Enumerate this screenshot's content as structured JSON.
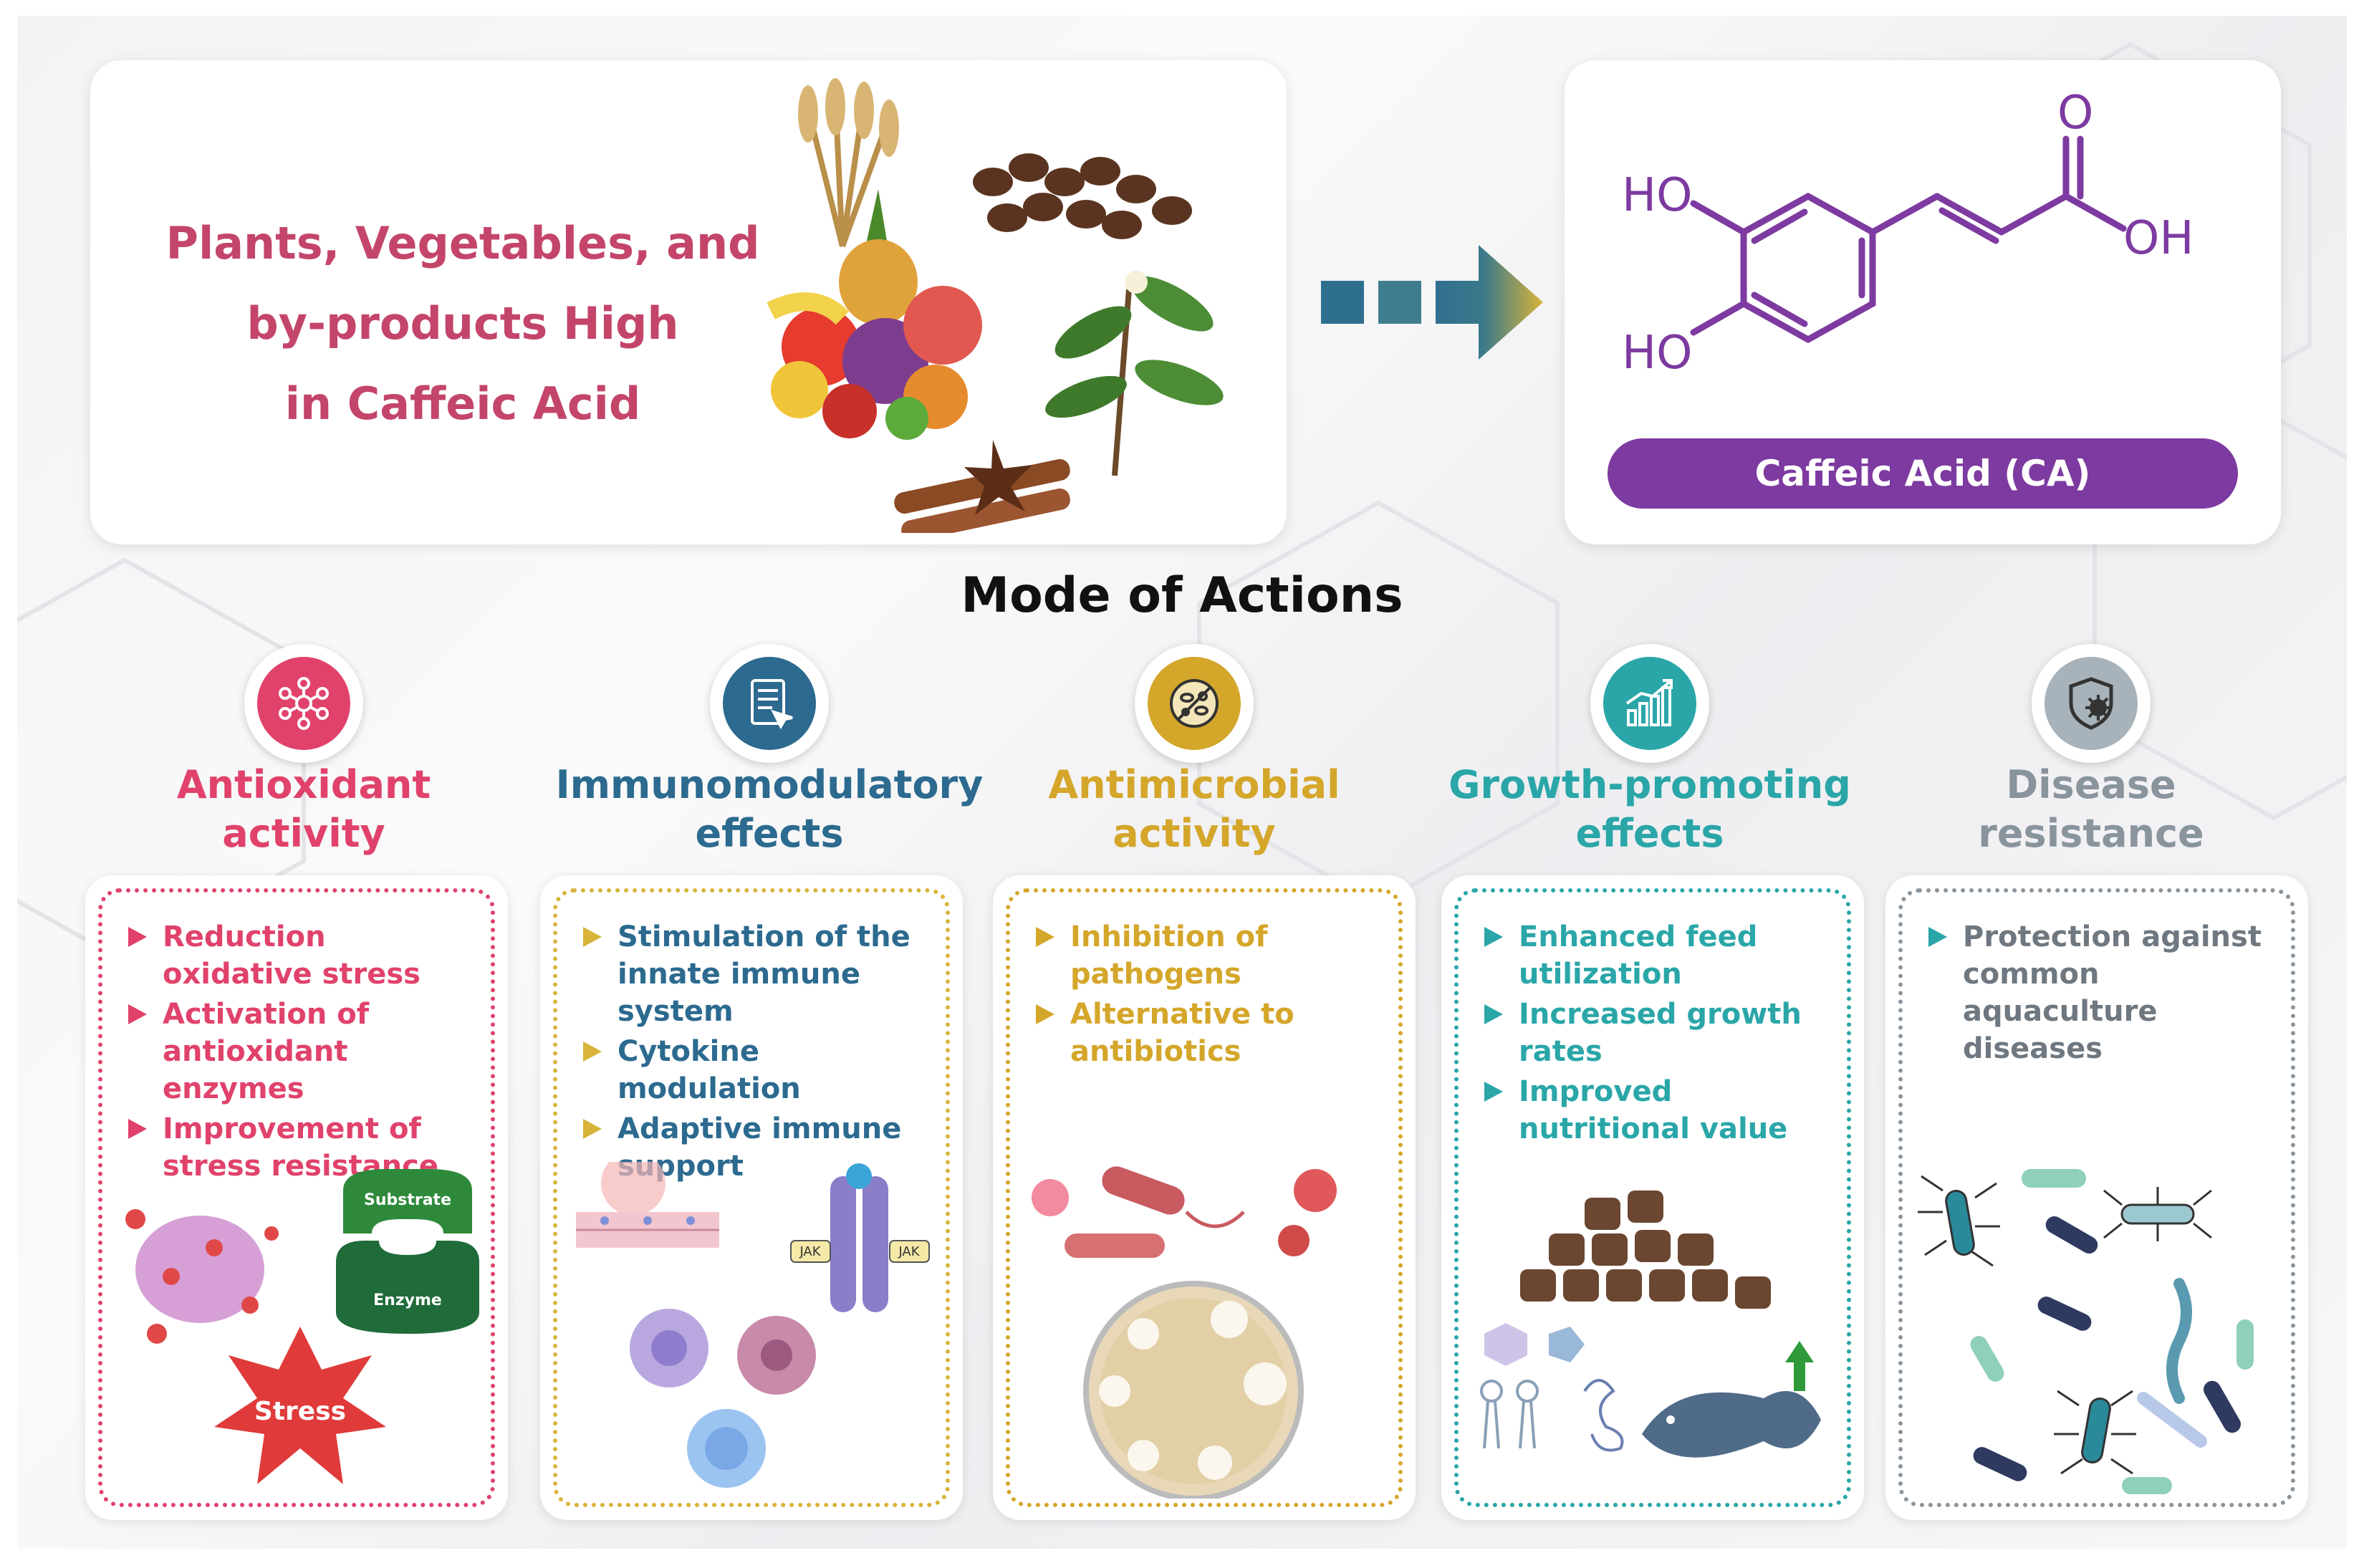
{
  "source": {
    "title_lines": [
      "Plants, Vegetables, and",
      "by-products High",
      "in Caffeic Acid"
    ]
  },
  "molecule": {
    "label": "Caffeic Acid (CA)",
    "ho_top": "HO",
    "ho_bottom": "HO",
    "oh": "OH",
    "o": "O"
  },
  "mode_title": "Mode of Actions",
  "categories": [
    {
      "title_lines": [
        "Antioxidant",
        "activity"
      ],
      "color": "#e0426b",
      "icon": "molecule-network-icon",
      "bullets": [
        "Reduction oxidative stress",
        "Activation of antioxidant enzymes",
        "Improvement of stress resistance"
      ],
      "illustration_labels": [
        "Substrate",
        "Enzyme",
        "Stress"
      ]
    },
    {
      "title_lines": [
        "Immunomodulatory",
        "effects"
      ],
      "color": "#2c6a8f",
      "icon": "clipboard-icon",
      "bullets": [
        "Stimulation of the innate immune system",
        "Cytokine modulation",
        "Adaptive immune support"
      ],
      "illustration_labels": [
        "JAK",
        "JAK"
      ]
    },
    {
      "title_lines": [
        "Antimicrobial",
        "activity"
      ],
      "color": "#d4a62a",
      "icon": "microbe-icon",
      "bullets": [
        "Inhibition of pathogens",
        "Alternative to antibiotics"
      ],
      "illustration_labels": []
    },
    {
      "title_lines": [
        "Growth-promoting",
        "effects"
      ],
      "color": "#2aa6a8",
      "icon": "growth-chart-icon",
      "bullets": [
        "Enhanced feed utilization",
        "Increased growth rates",
        "Improved nutritional value"
      ],
      "illustration_labels": []
    },
    {
      "title_lines": [
        "Disease",
        "resistance"
      ],
      "color": "#8a949c",
      "icon": "shield-virus-icon",
      "bullets": [
        "Protection against common aquaculture diseases"
      ],
      "illustration_labels": []
    }
  ]
}
